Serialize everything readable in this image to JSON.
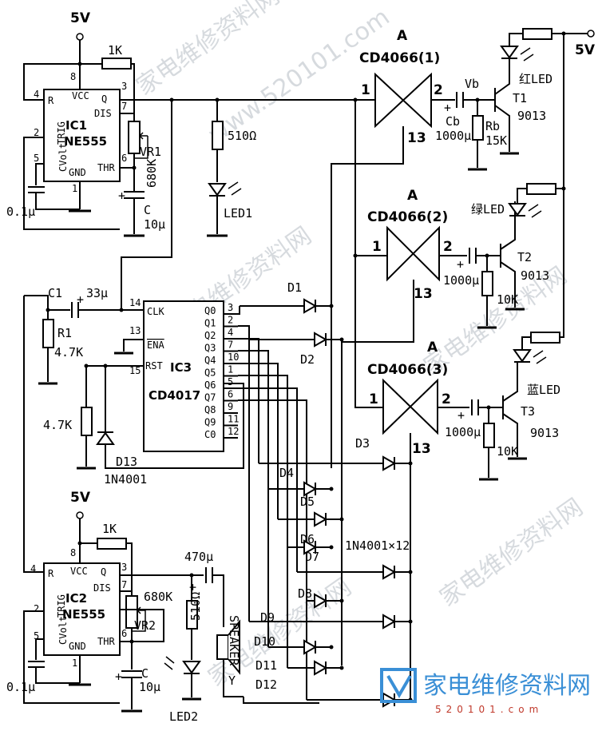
{
  "power": {
    "v5_top": "5V",
    "v5_right": "5V",
    "v5_ic2": "5V"
  },
  "ic1": {
    "name": "IC1",
    "part": "NE555",
    "pins": {
      "p8": "8",
      "p4": "4",
      "p2": "2",
      "p5": "5",
      "p1": "1",
      "p3": "3",
      "p7": "7",
      "p6": "6"
    },
    "labels": {
      "vcc": "VCC",
      "r": "R",
      "trig": "TRIG",
      "q": "Q",
      "dis": "DIS",
      "cvolt": "CVolt",
      "gnd": "GND",
      "thr": "THR"
    }
  },
  "ic2": {
    "name": "IC2",
    "part": "NE555",
    "pins": {
      "p8": "8",
      "p4": "4",
      "p2": "2",
      "p5": "5",
      "p1": "1",
      "p3": "3",
      "p7": "7",
      "p6": "6"
    },
    "labels": {
      "vcc": "VCC",
      "r": "R",
      "trig": "TRIG",
      "q": "Q",
      "dis": "DIS",
      "cvolt": "CVolt",
      "gnd": "GND",
      "thr": "THR"
    }
  },
  "ic3": {
    "name": "IC3",
    "part": "CD4017",
    "pins": {
      "p14": "14",
      "p13": "13",
      "p15": "15"
    },
    "labels": {
      "clk": "CLK",
      "ena": "ENA",
      "rst": "RST"
    },
    "outputs": [
      {
        "name": "Q0",
        "pin": "3"
      },
      {
        "name": "Q1",
        "pin": "2"
      },
      {
        "name": "Q2",
        "pin": "4"
      },
      {
        "name": "Q3",
        "pin": "7"
      },
      {
        "name": "Q4",
        "pin": "10"
      },
      {
        "name": "Q5",
        "pin": "1"
      },
      {
        "name": "Q6",
        "pin": "5"
      },
      {
        "name": "Q7",
        "pin": "6"
      },
      {
        "name": "Q8",
        "pin": "9"
      },
      {
        "name": "Q9",
        "pin": "11"
      },
      {
        "name": "C0",
        "pin": "12"
      }
    ]
  },
  "switches": [
    {
      "a": "A",
      "name": "CD4066(1)",
      "p1": "1",
      "p2": "2",
      "p13": "13"
    },
    {
      "a": "A",
      "name": "CD4066(2)",
      "p1": "1",
      "p2": "2",
      "p13": "13"
    },
    {
      "a": "A",
      "name": "CD4066(3)",
      "p1": "1",
      "p2": "2",
      "p13": "13"
    }
  ],
  "components": {
    "r_1k_top": "1K",
    "vr1": "VR1",
    "vr1_val": "680K",
    "c_ic1": "C",
    "c_ic1_val": "10μ",
    "c_ic1_cv": "0.1μ",
    "r510_top": "510Ω",
    "led1": "LED1",
    "c1": "C1",
    "c1_val": "33μ",
    "r1": "R1",
    "r1_val": "4.7K",
    "r_rst": "4.7K",
    "d13": "D13",
    "d13_part": "1N4001",
    "vb": "Vb",
    "cb": "Cb",
    "cb_val": "1000μ",
    "rb": "Rb",
    "rb_val": "15K",
    "t1": "T1",
    "t1_part": "9013",
    "led_red": "红LED",
    "led_green": "绿LED",
    "c2_val": "1000μ",
    "r2_val": "10K",
    "t2": "T2",
    "t2_part": "9013",
    "led_blue": "蓝LED",
    "c3_val": "1000μ",
    "r3_val": "10K",
    "t3": "T3",
    "t3_part": "9013",
    "diodes": [
      "D1",
      "D2",
      "D3",
      "D4",
      "D5",
      "D6",
      "D7",
      "D8",
      "D9",
      "D10",
      "D11",
      "D12"
    ],
    "diode_note": "1N4001×12",
    "r_1k_ic2": "1K",
    "vr2": "VR2",
    "vr2_val": "680K",
    "c_ic2": "C",
    "c_ic2_val": "10μ",
    "c_ic2_cv": "0.1μ",
    "c_470": "470μ",
    "r510_b": "510Ω",
    "led2": "LED2",
    "speaker": "SPEAKER",
    "y": "Y"
  },
  "watermark": {
    "logo_text": "家电维修资料网",
    "url": "520101.com",
    "wm_text": "家电维修资料网",
    "wm_url": "www.520101.com"
  }
}
